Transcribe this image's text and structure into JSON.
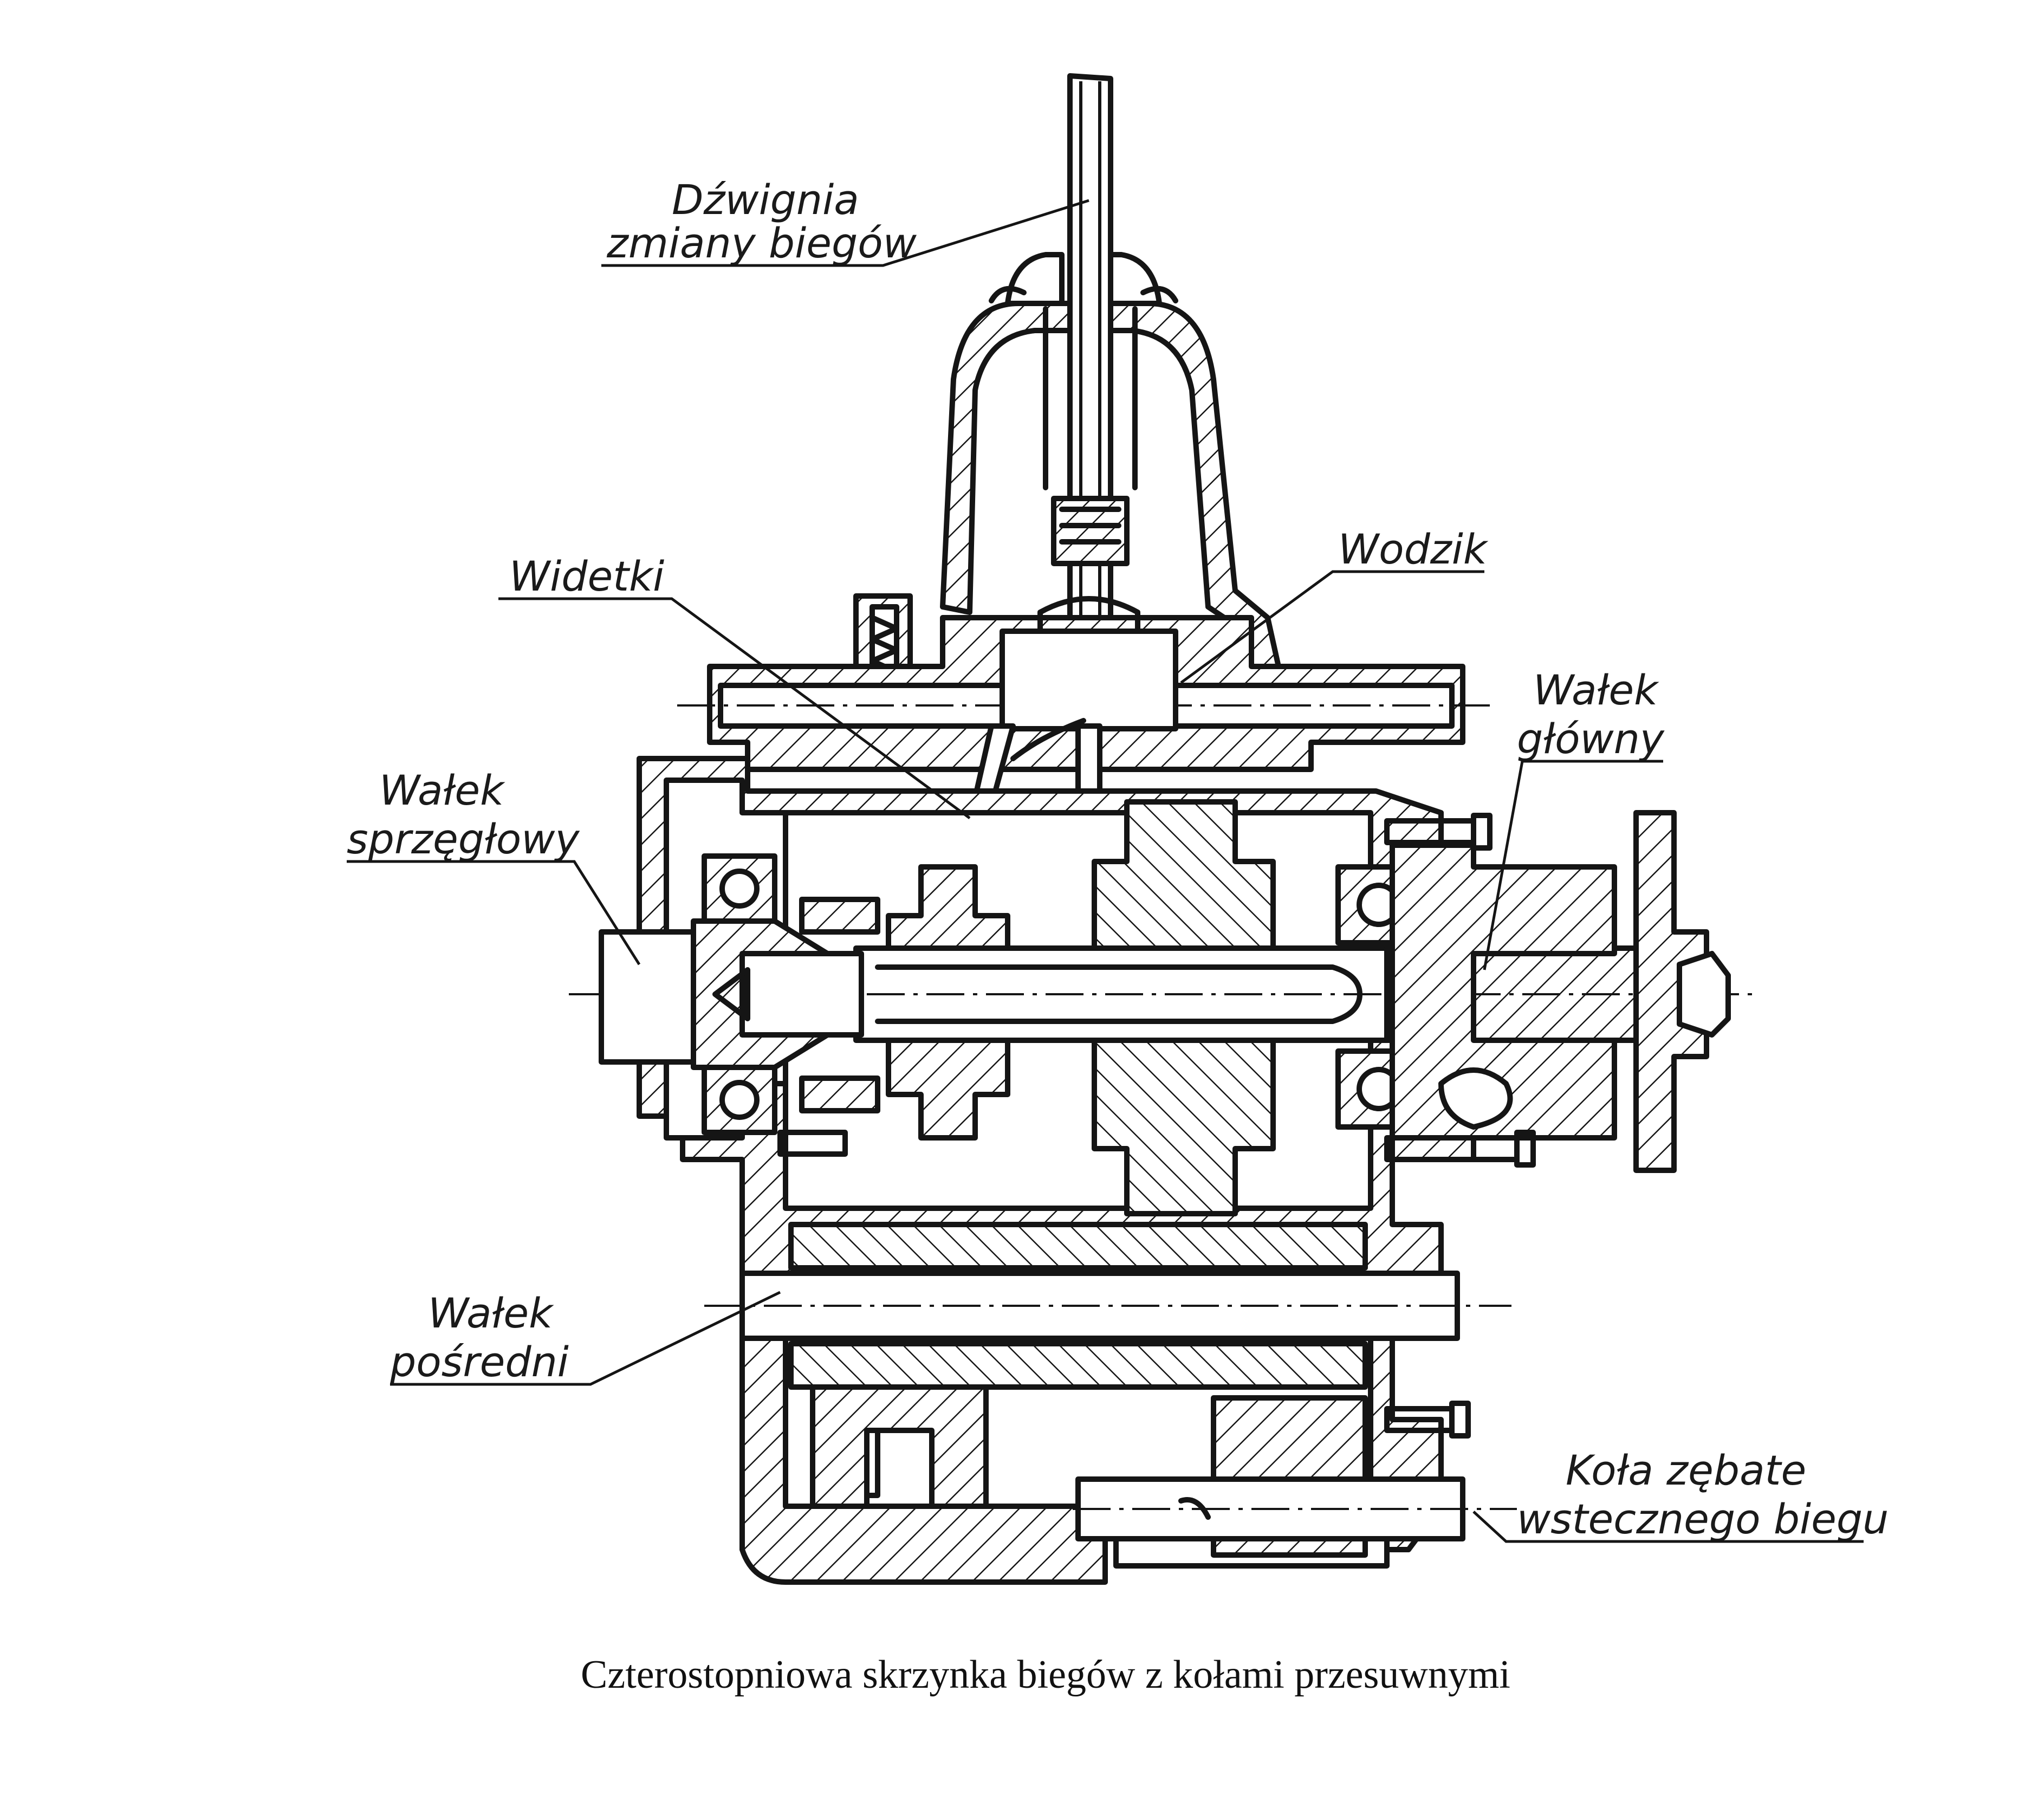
{
  "caption": "Czterostopniowa skrzynka biegów z kołami przesuwnymi",
  "labels": {
    "lever_line1": "Dźwignia",
    "lever_line2": "zmiany biegów",
    "forks": "Widetki",
    "slider": "Wodzik",
    "main_shaft_line1": "Wałek",
    "main_shaft_line2": "główny",
    "clutch_shaft_line1": "Wałek",
    "clutch_shaft_line2": "sprzęgłowy",
    "countershaft_line1": "Wałek",
    "countershaft_line2": "pośredni",
    "reverse_gears_line1": "Koła zębate",
    "reverse_gears_line2": "wstecznego biegu"
  },
  "colors": {
    "ink": "#151515",
    "paper": "#ffffff"
  }
}
